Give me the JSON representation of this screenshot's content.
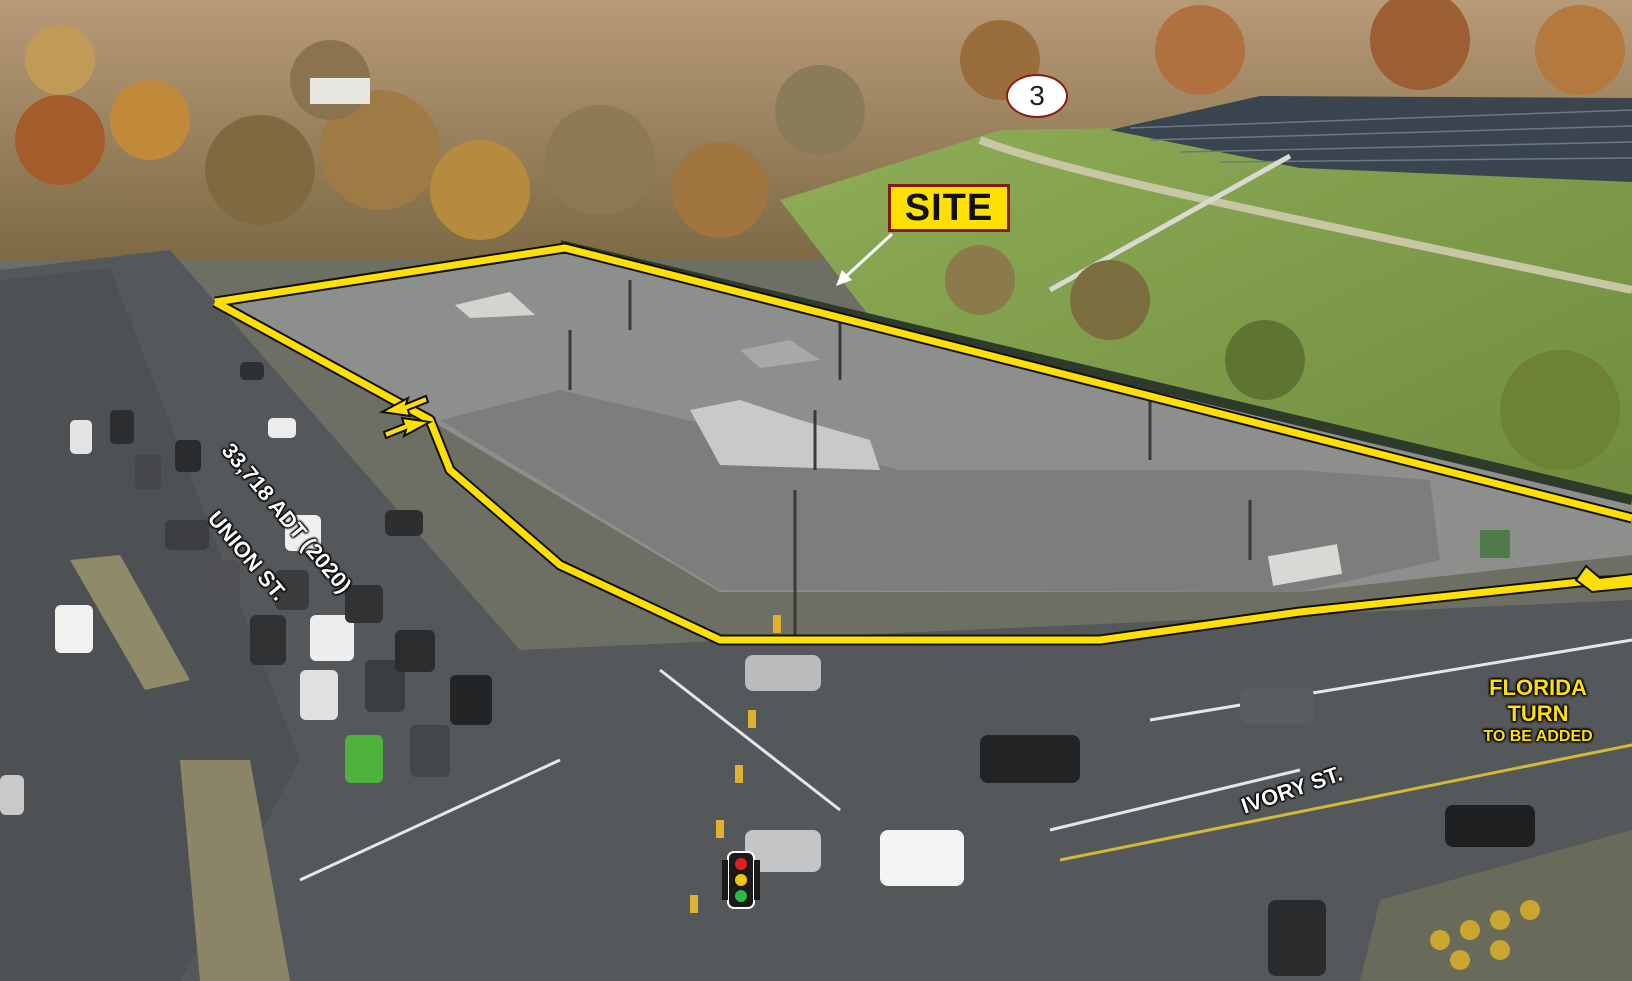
{
  "image": {
    "description_kind": "aerial photograph with map annotations",
    "colors": {
      "boundary": "#ffe000",
      "badge_fill": "#ffe000",
      "badge_border": "#8a1a1a",
      "road": "#55585a",
      "lot": "#8c8e8c",
      "grass": "#7f9a4a",
      "trees": "#8a6a35"
    }
  },
  "labels": {
    "site": "SITE",
    "marker_number": "3",
    "union_street": "UNION ST.",
    "union_traffic": "33,718 ADT (2020)",
    "ivory_street": "IVORY ST.",
    "florida_line1": "FLORIDA",
    "florida_line2": "TURN",
    "florida_line3": "TO BE ADDED"
  },
  "icons": {
    "traffic_light": "traffic-light-icon",
    "access_arrow": "entrance-arrow-icon",
    "pointer_arrow": "pointer-arrow-icon"
  }
}
